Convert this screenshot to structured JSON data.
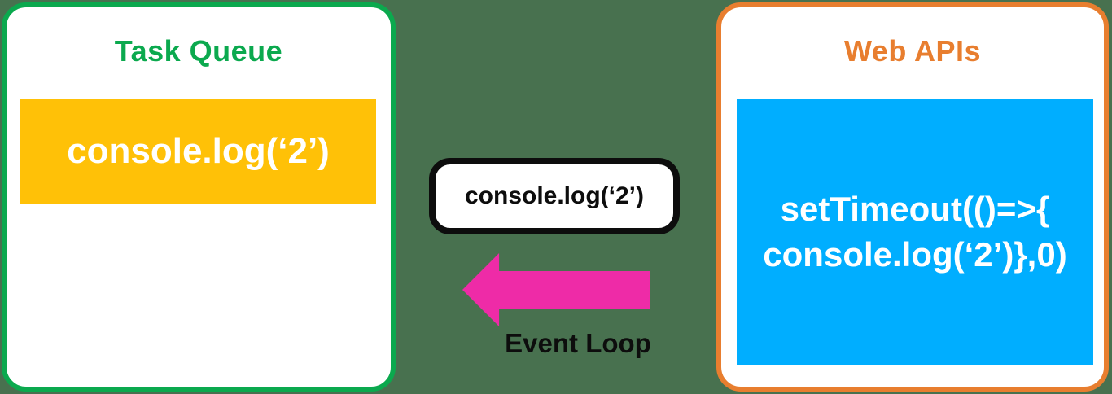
{
  "colors": {
    "background": "#48714F",
    "green": "#0BA94E",
    "orange": "#E87E2F",
    "yellow": "#FFC107",
    "blue": "#00AEFF",
    "magenta": "#EE2BA7",
    "ink": "#0D0D0D"
  },
  "task_queue_panel": {
    "title": "Task Queue",
    "task_label": "console.log(‘2’)"
  },
  "event_loop": {
    "message_label": "console.log(‘2’)",
    "arrow_icon": "left-arrow",
    "caption": "Event Loop"
  },
  "web_apis_panel": {
    "title": "Web APIs",
    "api_label": "setTimeout(()=>{\nconsole.log(‘2’)},0)"
  }
}
